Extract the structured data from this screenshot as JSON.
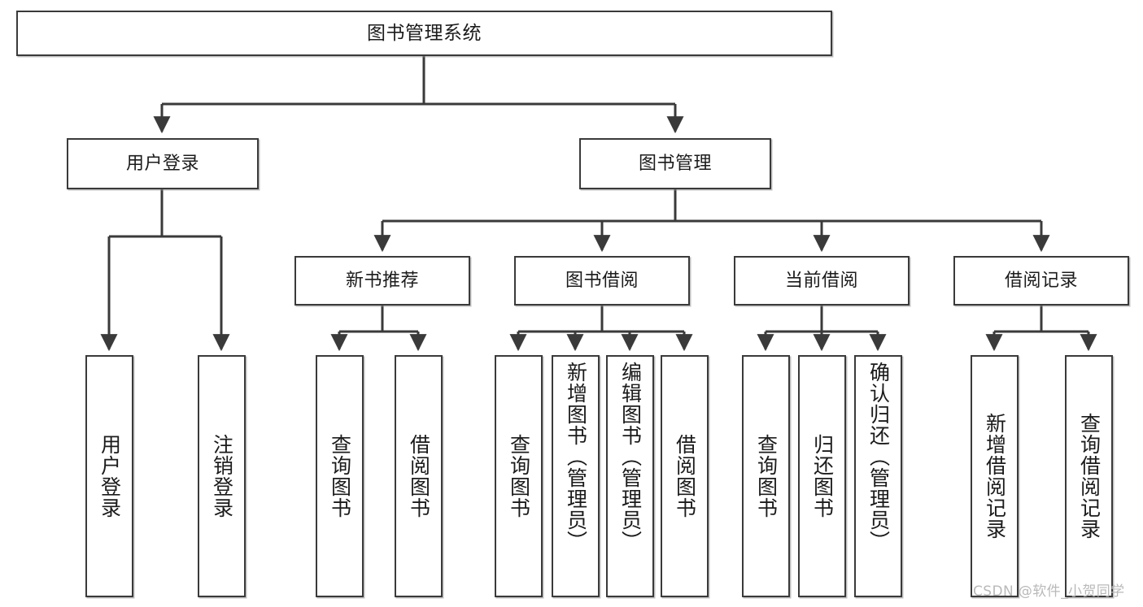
{
  "diagram": {
    "title": "图书管理系统",
    "type": "tree",
    "watermark": "CSDN @软件_小贺同学",
    "colors": {
      "node_border": "#3a3a3a",
      "node_fill": "#ffffff",
      "connector": "#3a3a3a",
      "text": "#1b1b1b",
      "watermark": "#b9b9b9",
      "background": "#ffffff"
    },
    "root": {
      "label": "图书管理系统"
    },
    "level2": [
      {
        "label": "用户登录"
      },
      {
        "label": "图书管理"
      }
    ],
    "level3": [
      {
        "label": "新书推荐"
      },
      {
        "label": "图书借阅"
      },
      {
        "label": "当前借阅"
      },
      {
        "label": "借阅记录"
      }
    ],
    "leaves": {
      "user_login": [
        {
          "label": "用户登录"
        },
        {
          "label": "注销登录"
        }
      ],
      "new_book_recommend": [
        {
          "label": "查询图书"
        },
        {
          "label": "借阅图书"
        }
      ],
      "book_borrow": [
        {
          "label": "查询图书"
        },
        {
          "label": "新增图书（管理员）"
        },
        {
          "label": "编辑图书（管理员）"
        },
        {
          "label": "借阅图书"
        }
      ],
      "current_borrow": [
        {
          "label": "查询图书"
        },
        {
          "label": "归还图书"
        },
        {
          "label": "确认归还（管理员）"
        }
      ],
      "borrow_record": [
        {
          "label": "新增借阅记录"
        },
        {
          "label": "查询借阅记录"
        }
      ]
    }
  }
}
